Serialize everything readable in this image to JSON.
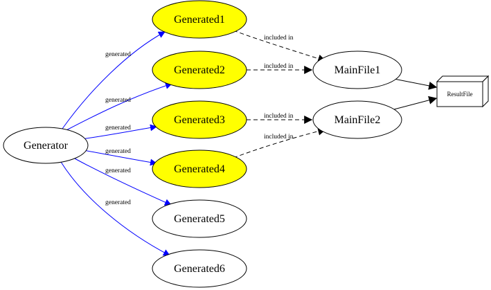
{
  "colors": {
    "generated_edge": "#0000ff",
    "highlight_fill": "#ffff00",
    "ink": "#000000",
    "background": "#ffffff"
  },
  "nodes": {
    "generator": "Generator",
    "generated1": "Generated1",
    "generated2": "Generated2",
    "generated3": "Generated3",
    "generated4": "Generated4",
    "generated5": "Generated5",
    "generated6": "Generated6",
    "mainfile1": "MainFile1",
    "mainfile2": "MainFile2",
    "resultfile": "ResultFile"
  },
  "edge_labels": {
    "generated": "generated",
    "included_in": "included in"
  },
  "highlighted_nodes": [
    "Generated1",
    "Generated2",
    "Generated3",
    "Generated4"
  ],
  "edges": [
    {
      "from": "Generator",
      "to": "Generated1",
      "label": "generated",
      "style": "solid-blue"
    },
    {
      "from": "Generator",
      "to": "Generated2",
      "label": "generated",
      "style": "solid-blue"
    },
    {
      "from": "Generator",
      "to": "Generated3",
      "label": "generated",
      "style": "solid-blue"
    },
    {
      "from": "Generator",
      "to": "Generated4",
      "label": "generated",
      "style": "solid-blue"
    },
    {
      "from": "Generator",
      "to": "Generated5",
      "label": "generated",
      "style": "solid-blue"
    },
    {
      "from": "Generator",
      "to": "Generated6",
      "label": "generated",
      "style": "solid-blue"
    },
    {
      "from": "Generated1",
      "to": "MainFile1",
      "label": "included in",
      "style": "dashed-black"
    },
    {
      "from": "Generated2",
      "to": "MainFile1",
      "label": "included in",
      "style": "dashed-black"
    },
    {
      "from": "Generated3",
      "to": "MainFile2",
      "label": "included in",
      "style": "dashed-black"
    },
    {
      "from": "Generated4",
      "to": "MainFile2",
      "label": "included in",
      "style": "dashed-black"
    },
    {
      "from": "MainFile1",
      "to": "ResultFile",
      "label": "",
      "style": "solid-black"
    },
    {
      "from": "MainFile2",
      "to": "ResultFile",
      "label": "",
      "style": "solid-black"
    }
  ]
}
